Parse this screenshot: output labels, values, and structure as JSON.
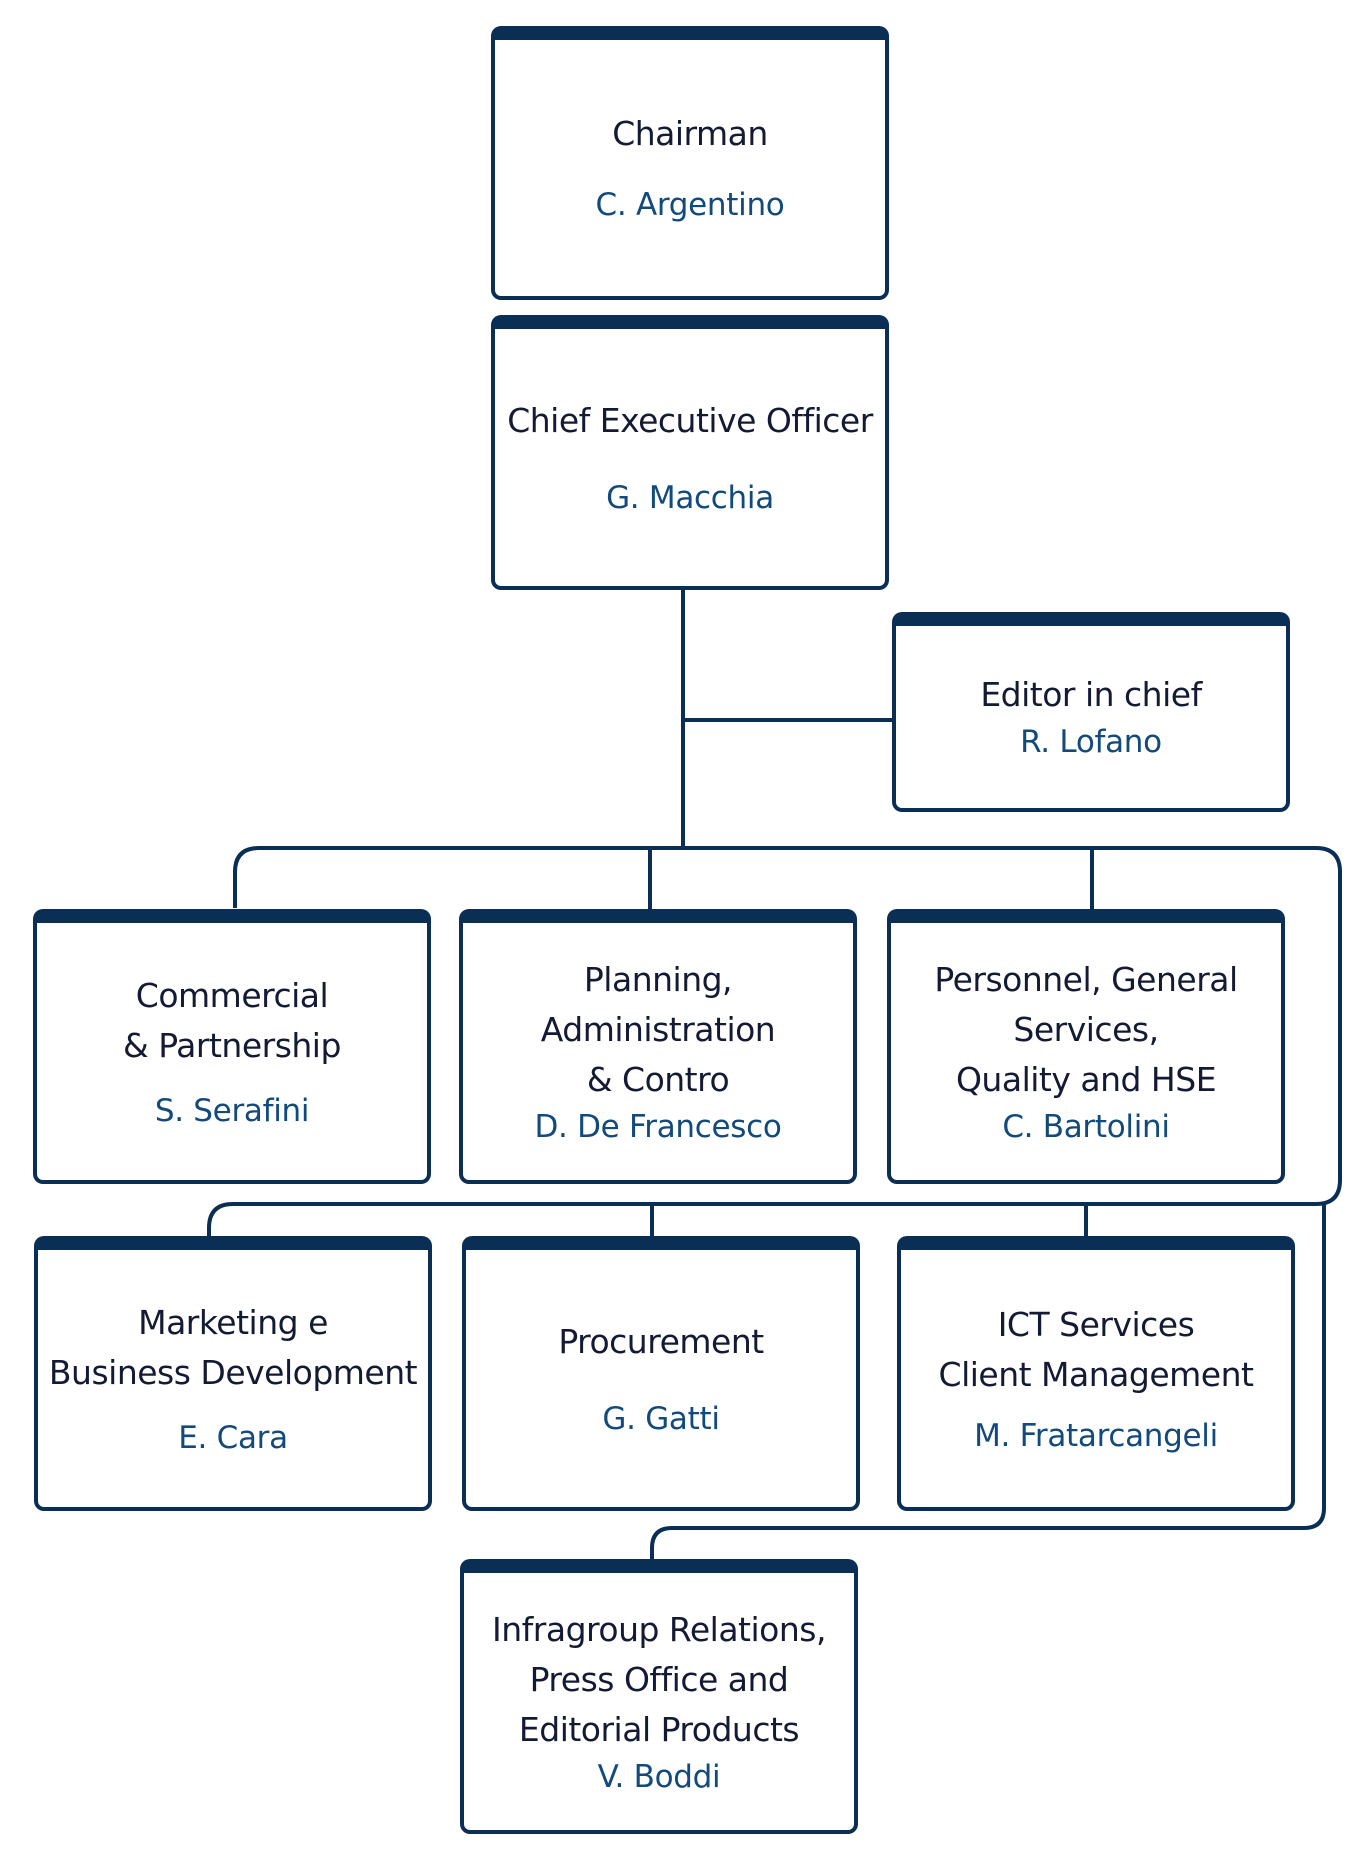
{
  "colors": {
    "frame": "#0b2e55",
    "role_text": "#141a33",
    "person_text": "#134a7c",
    "background": "#ffffff"
  },
  "chart": {
    "type": "org-chart",
    "nodes": {
      "chairman": {
        "role": "Chairman",
        "person": "C. Argentino"
      },
      "ceo": {
        "role": "Chief Executive Officer",
        "person": "G. Macchia"
      },
      "editor": {
        "role": "Editor in chief",
        "person": "R. Lofano"
      },
      "commercial": {
        "role": "Commercial\n& Partnership",
        "person": "S. Serafini"
      },
      "planning": {
        "role": "Planning,\nAdministration\n& Contro",
        "person": "D. De Francesco"
      },
      "personnel": {
        "role": "Personnel, General\nServices,\nQuality and HSE",
        "person": "C. Bartolini"
      },
      "marketing": {
        "role": "Marketing e\nBusiness Development",
        "person": "E. Cara"
      },
      "procurement": {
        "role": "Procurement",
        "person": "G. Gatti"
      },
      "ict": {
        "role": "ICT Services\nClient Management",
        "person": "M. Fratarcangeli"
      },
      "infragroup": {
        "role": "Infragroup Relations,\nPress Office and\nEditorial Products",
        "person": "V. Boddi"
      }
    },
    "edges": [
      [
        "chairman",
        "ceo"
      ],
      [
        "ceo",
        "editor"
      ],
      [
        "ceo",
        "commercial"
      ],
      [
        "ceo",
        "planning"
      ],
      [
        "ceo",
        "personnel"
      ],
      [
        "ceo",
        "marketing"
      ],
      [
        "ceo",
        "procurement"
      ],
      [
        "ceo",
        "ict"
      ],
      [
        "ceo",
        "infragroup"
      ]
    ]
  }
}
